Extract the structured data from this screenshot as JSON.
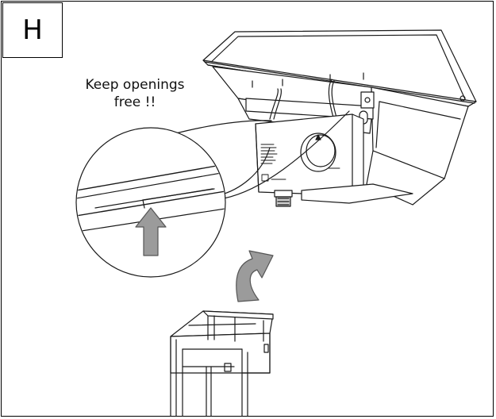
{
  "step": {
    "letter": "H"
  },
  "note": {
    "line1": "Keep openings",
    "line2": "free !!"
  },
  "colors": {
    "stroke": "#1a1a1a",
    "arrow_fill": "#9b9b9b",
    "background": "#ffffff"
  }
}
